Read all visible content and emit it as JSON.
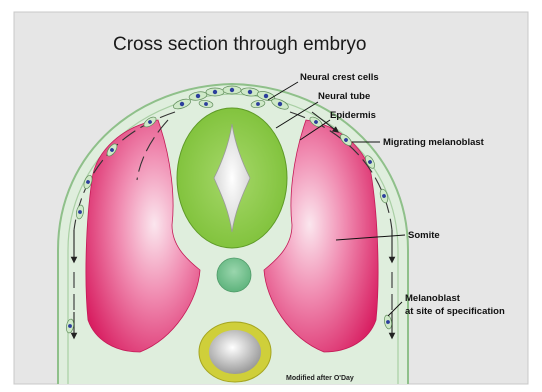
{
  "title": "Cross section through embryo",
  "labels": {
    "neural_crest_cells": "Neural crest cells",
    "neural_tube": "Neural tube",
    "epidermis": "Epidermis",
    "migrating_melanoblast": "Migrating melanoblast",
    "somite": "Somite",
    "melanoblast_line1": "Melanoblast",
    "melanoblast_line2": "at site of specification"
  },
  "credit": "Modified after O'Day",
  "colors": {
    "background": "#e6e6e6",
    "frame": "#c8c8c8",
    "embryo_tissue": "#dfeedd",
    "neural_tube": "#8dc63f",
    "somite": "#e0427a",
    "notochord": "#7cc696",
    "gut_ring": "#cfcf3a",
    "cell": "#cfe9c8"
  },
  "icons": {
    "melanoblast": "spindle-cell-with-blue-nucleus",
    "migration": "dashed-arrow"
  }
}
